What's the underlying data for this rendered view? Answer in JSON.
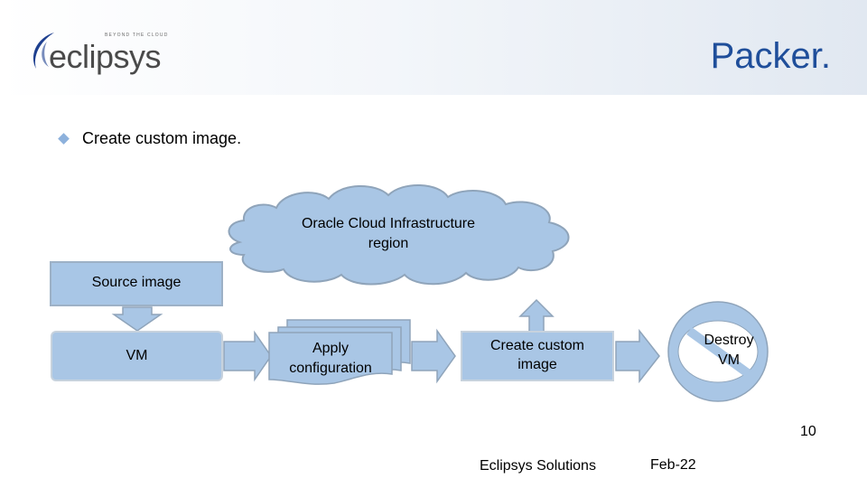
{
  "header": {
    "logo_word": "eclipsys",
    "logo_tagline": "BEYOND THE CLOUD",
    "title": "Packer."
  },
  "bullets": [
    {
      "text": "Create custom image."
    }
  ],
  "diagram": {
    "cloud_label_line1": "Oracle Cloud Infrastructure",
    "cloud_label_line2": "region",
    "source_label": "Source image",
    "vm_label": "VM",
    "apply_line1": "Apply",
    "apply_line2": "configuration",
    "create_line1": "Create custom",
    "create_line2": "image",
    "destroy_line1": "Destroy",
    "destroy_line2": "VM"
  },
  "footer": {
    "page_number": "10",
    "company": "Eclipsys Solutions",
    "date": "Feb-22"
  },
  "colors": {
    "title": "#1f4e9a",
    "shape_fill": "#a9c6e5",
    "bullet": "#8db1dc"
  }
}
